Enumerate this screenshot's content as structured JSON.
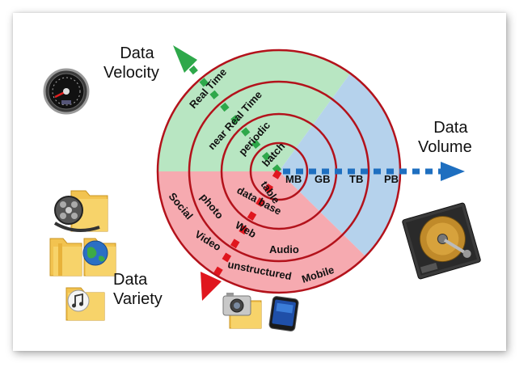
{
  "axes": {
    "velocity": {
      "title_line1": "Data",
      "title_line2": "Velocity",
      "levels": [
        "batch",
        "periodic",
        "near Real Time",
        "Real Time"
      ]
    },
    "volume": {
      "title_line1": "Data",
      "title_line2": "Volume",
      "levels": [
        "MB",
        "GB",
        "TB",
        "PB"
      ]
    },
    "variety": {
      "title_line1": "Data",
      "title_line2": "Variety",
      "levels": [
        "table",
        "data base",
        "photo",
        "Web",
        "Audio",
        "Social",
        "Video",
        "unstructured",
        "Mobile"
      ]
    }
  },
  "colors": {
    "velocity_sector": "#b8e6c2",
    "volume_sector": "#b5d2ec",
    "variety_sector": "#f6aab0",
    "ring": "#b3121b",
    "velocity_arrow": "#2ea84a",
    "volume_arrow": "#1e6fc0",
    "variety_arrow": "#e0161e"
  },
  "icons": [
    "speedometer-icon",
    "film-reel-folder-icon",
    "globe-folder-icon",
    "music-folder-icon",
    "camera-folder-icon",
    "smartphone-icon",
    "hard-drive-icon"
  ]
}
